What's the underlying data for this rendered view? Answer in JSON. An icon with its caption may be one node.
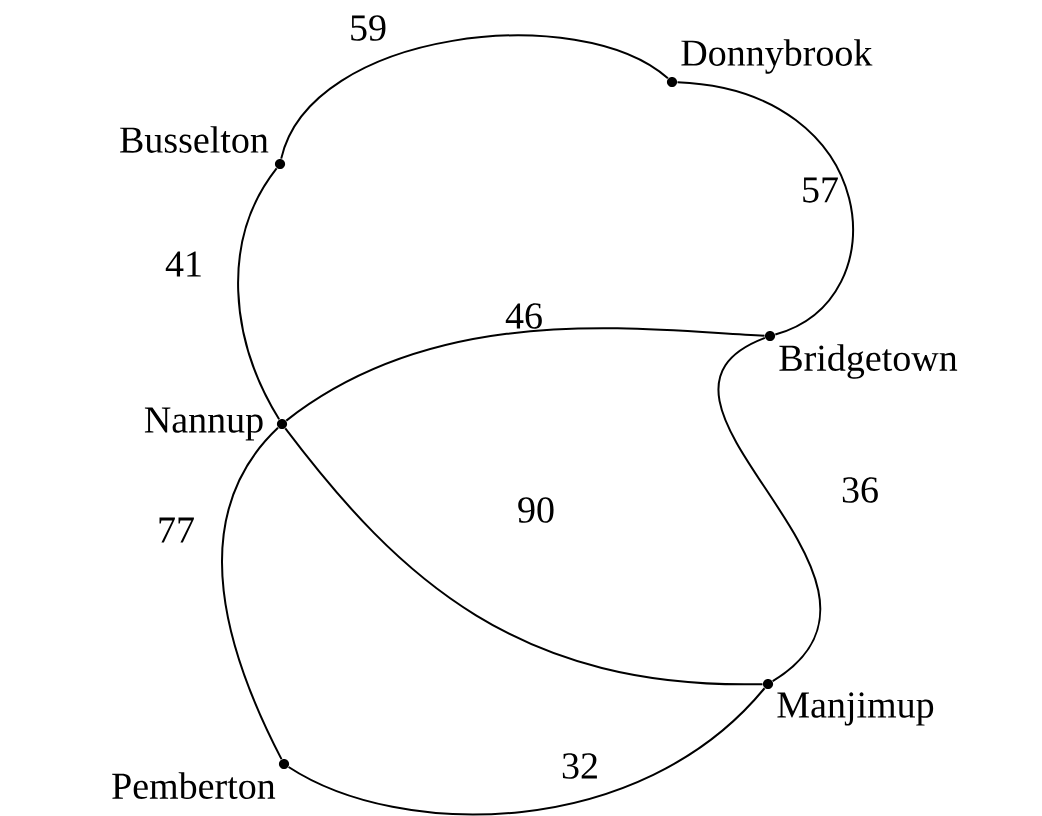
{
  "diagram": {
    "nodes": [
      {
        "text": [
          "Busselton"
        ]
      },
      {
        "text": [
          "Donnybrook"
        ]
      },
      {
        "text": [
          "Nannup"
        ]
      },
      {
        "text": [
          "Bridgetown"
        ]
      },
      {
        "text": [
          "Manjimup"
        ]
      },
      {
        "text": [
          "Pemberton"
        ]
      }
    ],
    "edges": [
      {
        "from": 0,
        "to": 1,
        "arrow": "none",
        "label": "59"
      },
      {
        "from": 1,
        "to": 3,
        "arrow": "none",
        "label": "57"
      },
      {
        "from": 0,
        "to": 2,
        "arrow": "none",
        "label": "41"
      },
      {
        "from": 2,
        "to": 3,
        "arrow": "none",
        "label": "46"
      },
      {
        "from": 3,
        "to": 4,
        "arrow": "none",
        "label": "36"
      },
      {
        "from": 2,
        "to": 4,
        "arrow": "none",
        "label": "90"
      },
      {
        "from": 2,
        "to": 5,
        "arrow": "none",
        "label": "77"
      },
      {
        "from": 5,
        "to": 4,
        "arrow": "none",
        "label": "32"
      }
    ]
  }
}
